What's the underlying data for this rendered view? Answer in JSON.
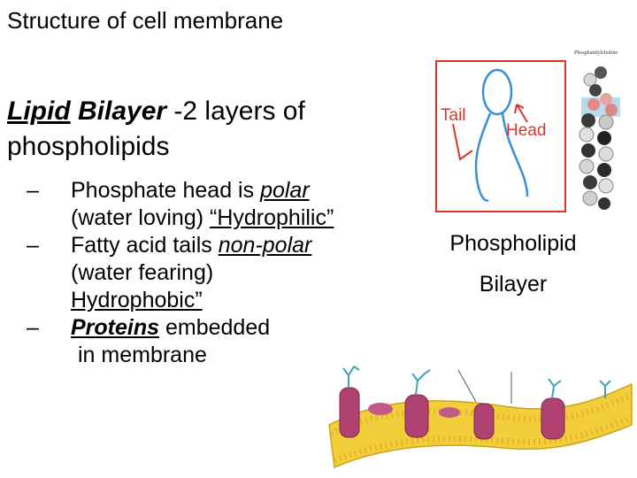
{
  "slide": {
    "title": "Structure of cell membrane",
    "heading": {
      "term1": "Lipid",
      "term2": "Bilayer",
      "rest": " -2 layers of phospholipids"
    },
    "bullets": [
      {
        "dash": "–",
        "l1_a": "Phosphate head is ",
        "l1_b": "polar",
        "l2_a": "(water loving) ",
        "l2_b": "“Hydrophilic”"
      },
      {
        "dash": "–",
        "l1_a": "Fatty acid tails ",
        "l1_b": "non-polar",
        "l2": "(water fearing)",
        "l3": "Hydrophobic”"
      },
      {
        "dash": "–",
        "l1_a": "Proteins",
        "l1_b": " embedded",
        "l2": "in membrane"
      }
    ],
    "side_label": {
      "line1": "Phospholipid",
      "line2": "Bilayer"
    },
    "diagram": {
      "tail": "Tail",
      "head": "Head"
    },
    "molecule_caption": "Phosphatidylcholine"
  },
  "colors": {
    "annotation_red": "#d9352b",
    "diagram_blue": "#3a8fd6",
    "lipid_yellow": "#f2cf3a",
    "protein_magenta": "#b04270"
  }
}
